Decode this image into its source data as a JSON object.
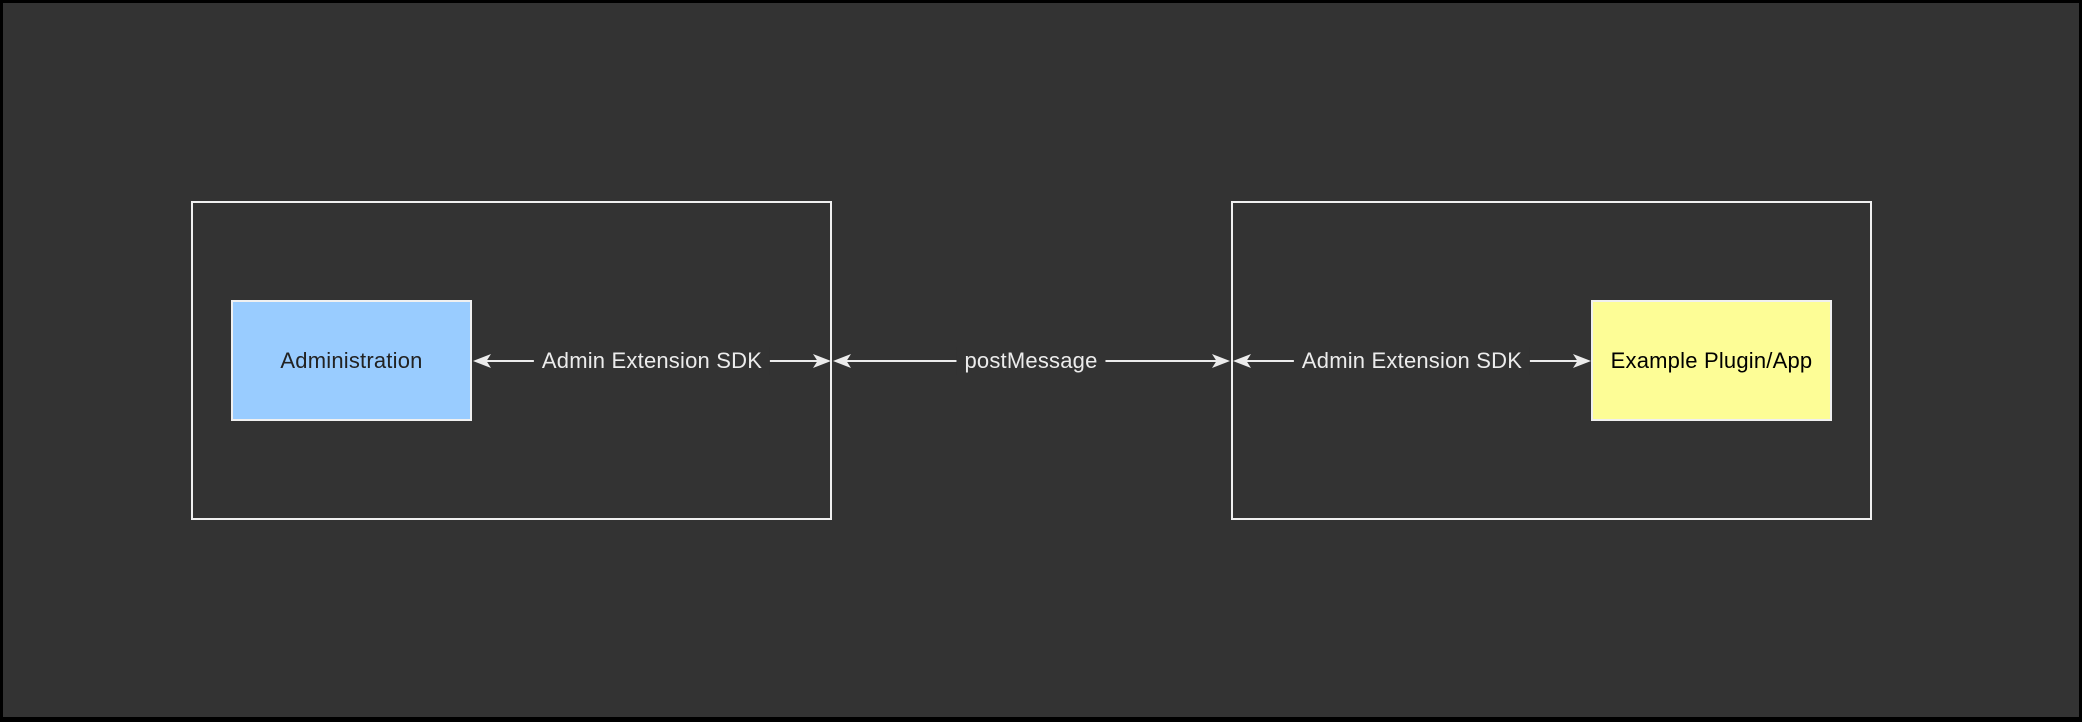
{
  "colors": {
    "background": "#333333",
    "frame": "#000000",
    "stroke": "#f0f0f0",
    "arrow": "#ececec",
    "label_bg": "#333333"
  },
  "nodes": {
    "administration": {
      "label": "Administration",
      "fill": "#99ccff",
      "text_color": "#222222"
    },
    "example_plugin": {
      "label": "Example Plugin/App",
      "fill": "#fdfd96",
      "text_color": "#000000"
    }
  },
  "edges": {
    "sdk_left": {
      "label": "Admin Extension SDK"
    },
    "post_message": {
      "label": "postMessage"
    },
    "sdk_right": {
      "label": "Admin Extension SDK"
    }
  }
}
